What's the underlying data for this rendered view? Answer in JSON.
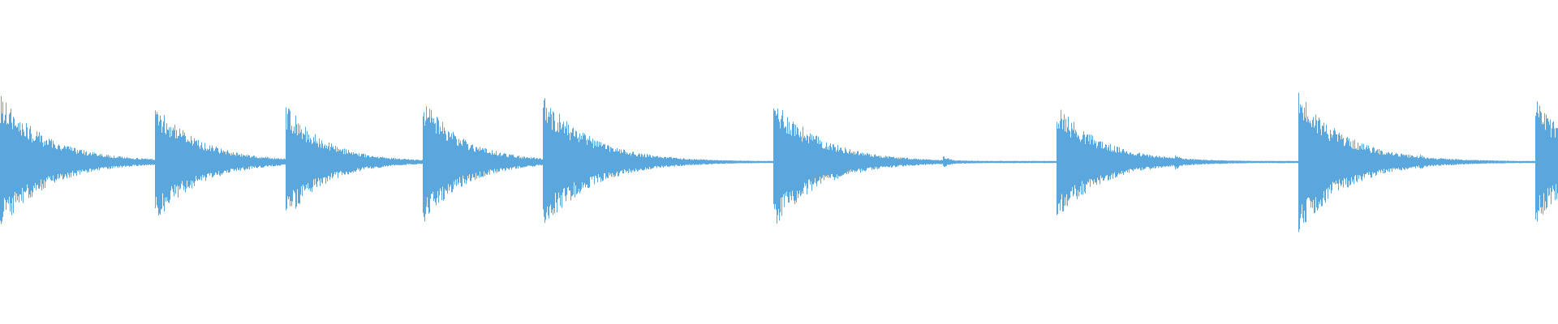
{
  "waveform": {
    "color": "#5aa7dd",
    "background": "#ffffff",
    "duration": 1,
    "baseline_amplitude": 0.004,
    "transients": [
      {
        "t": 0.0,
        "amp": 0.42,
        "decay": 0.03
      },
      {
        "t": 0.041,
        "amp": 0.05,
        "decay": 0.008
      },
      {
        "t": 0.099,
        "amp": 0.38,
        "decay": 0.028
      },
      {
        "t": 0.183,
        "amp": 0.37,
        "decay": 0.025
      },
      {
        "t": 0.271,
        "amp": 0.4,
        "decay": 0.026
      },
      {
        "t": 0.348,
        "amp": 0.43,
        "decay": 0.03
      },
      {
        "t": 0.496,
        "amp": 0.41,
        "decay": 0.03
      },
      {
        "t": 0.605,
        "amp": 0.035,
        "decay": 0.006
      },
      {
        "t": 0.678,
        "amp": 0.37,
        "decay": 0.028
      },
      {
        "t": 0.754,
        "amp": 0.05,
        "decay": 0.006
      },
      {
        "t": 0.833,
        "amp": 0.45,
        "decay": 0.03
      },
      {
        "t": 0.911,
        "amp": 0.05,
        "decay": 0.006
      },
      {
        "t": 0.985,
        "amp": 0.4,
        "decay": 0.025
      }
    ]
  }
}
